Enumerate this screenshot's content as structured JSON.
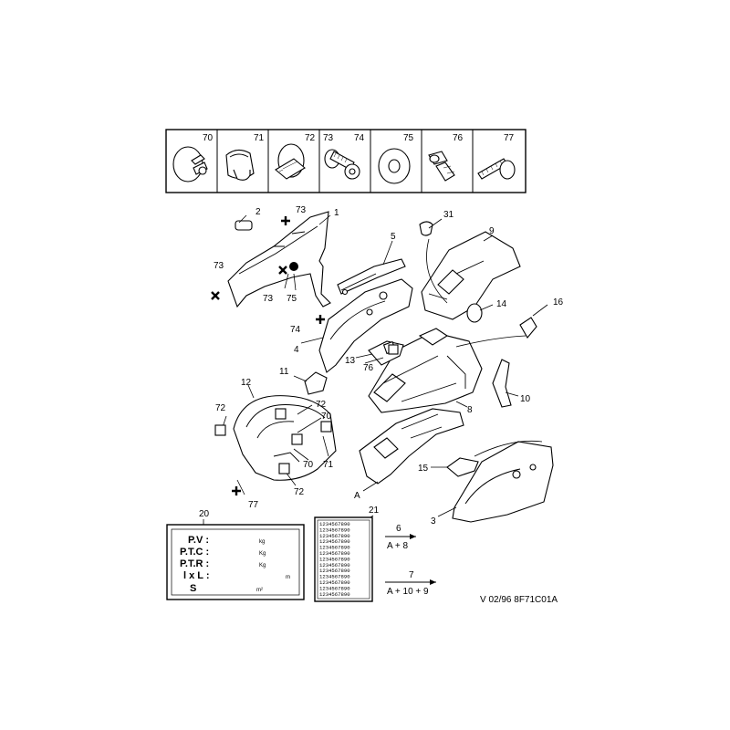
{
  "fastener_strip": {
    "cells": [
      {
        "labels": [
          "70"
        ],
        "icon": "push-clip"
      },
      {
        "labels": [
          "71"
        ],
        "icon": "rubber-grommet"
      },
      {
        "labels": [
          "72"
        ],
        "icon": "screw-clip"
      },
      {
        "labels": [
          "73",
          "74"
        ],
        "icon": "bolt-washer"
      },
      {
        "labels": [
          "75"
        ],
        "icon": "flat-washer"
      },
      {
        "labels": [
          "76"
        ],
        "icon": "rivet-clip"
      },
      {
        "labels": [
          "77"
        ],
        "icon": "self-tap-screw"
      }
    ]
  },
  "callouts": {
    "c1": "1",
    "c2": "2",
    "c3": "3",
    "c4": "4",
    "c5": "5",
    "c8": "8",
    "c9": "9",
    "c10": "10",
    "c11": "11",
    "c12": "12",
    "c13": "13",
    "c14": "14",
    "c15": "15",
    "c16": "16",
    "c31": "31",
    "cA": "A",
    "c73a": "73",
    "c73b": "73",
    "c73c": "73",
    "c75": "75",
    "c74": "74",
    "c76": "76",
    "c72a": "72",
    "c72b": "72",
    "c72c": "72",
    "c70a": "70",
    "c70b": "70",
    "c71": "71",
    "c77": "77"
  },
  "plate": {
    "number": "20",
    "rows": [
      {
        "label": "P.V :",
        "unit": "kg"
      },
      {
        "label": "P.T.C :",
        "unit": "Kg"
      },
      {
        "label": "P.T.R :",
        "unit": "Kg"
      },
      {
        "label": "l x L :",
        "unit": "m"
      },
      {
        "label": "S",
        "unit": "m²"
      }
    ]
  },
  "vin_plate": {
    "number": "21",
    "digits": "1234567890",
    "row_count": 13
  },
  "assemblies": [
    {
      "number": "6",
      "formula": "A + 8"
    },
    {
      "number": "7",
      "formula": "A + 10 + 9"
    }
  ],
  "reference": "V 02/96  8F71C01A"
}
